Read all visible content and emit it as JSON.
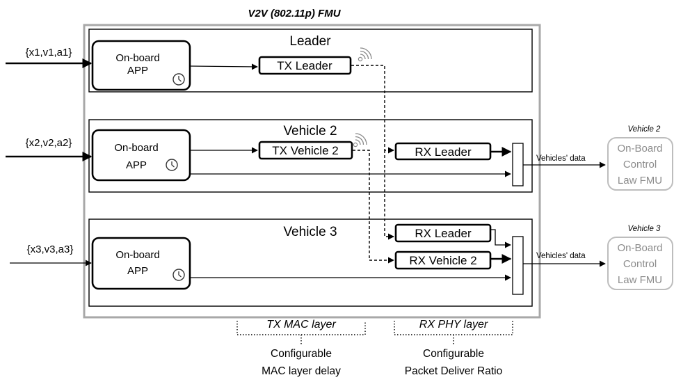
{
  "fmu_title": "V2V (802.11p) FMU",
  "panels": [
    {
      "title": "Leader",
      "input": "{x1,v1,a1}",
      "app_line1": "On-board",
      "app_line2": "APP",
      "tx": "TX Leader"
    },
    {
      "title": "Vehicle 2",
      "input": "{x2,v2,a2}",
      "app_line1": "On-board",
      "app_line2": "APP",
      "tx": "TX Vehicle 2",
      "rx": [
        "RX Leader"
      ]
    },
    {
      "title": "Vehicle 3",
      "input": "{x3,v3,a3}",
      "app_line1": "On-board",
      "app_line2": "APP",
      "rx": [
        "RX Leader",
        "RX Vehicle 2"
      ]
    }
  ],
  "outputs": [
    {
      "vehicle": "Vehicle 2",
      "data_label": "Vehicles' data",
      "line1": "On-Board",
      "line2": "Control",
      "line3": "Law FMU"
    },
    {
      "vehicle": "Vehicle 3",
      "data_label": "Vehicles' data",
      "line1": "On-Board",
      "line2": "Control",
      "line3": "Law FMU"
    }
  ],
  "layers": [
    {
      "name": "TX MAC layer",
      "conf1": "Configurable",
      "conf2": "MAC layer delay"
    },
    {
      "name": "RX PHY layer",
      "conf1": "Configurable",
      "conf2": "Packet Deliver Ratio"
    }
  ],
  "icons": [
    "clock-icon",
    "wireless-signal-icon"
  ],
  "colors": {
    "fmu_border": "#a8a8a8",
    "external_fmu": "#bdbdbd"
  }
}
